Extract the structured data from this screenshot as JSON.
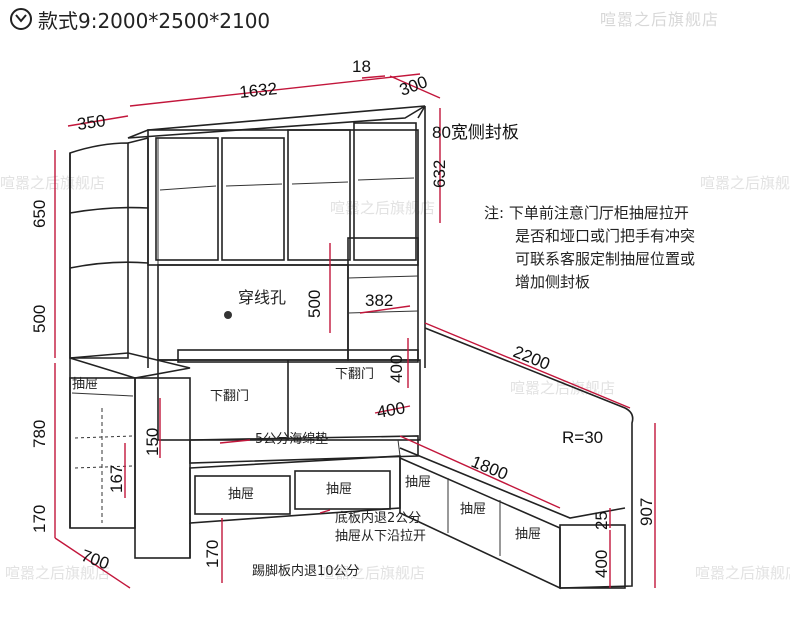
{
  "header": {
    "title": "款式9:2000*2500*2100",
    "watermark": "喧嚣之后旗舰店"
  },
  "watermarks": [
    "喧嚣之后旗舰店",
    "喧嚣之后旗舰店",
    "喧嚣之后旗舰店",
    "喧嚣之后旗舰店",
    "喧嚣之后旗舰店",
    "喧嚣之后旗舰店",
    "喧嚣之后旗舰店"
  ],
  "dimensions": {
    "d350": "350",
    "d1632": "1632",
    "d18": "18",
    "d300": "300",
    "d80": "80宽侧封板",
    "d632": "632",
    "d650": "650",
    "d500l": "500",
    "d780": "780",
    "d170l": "170",
    "d700": "700",
    "d500m": "500",
    "d382": "382",
    "d400a": "400",
    "d400b": "400",
    "d150": "150",
    "d167": "167",
    "d2200": "2200",
    "r30": "R=30",
    "d1800": "1800",
    "d907": "907",
    "d25": "25",
    "d400c": "400",
    "d170b": "170"
  },
  "labels": {
    "wire_hole": "穿线孔",
    "flip1": "下翻门",
    "flip2": "下翻门",
    "drawer_left": "抽屉",
    "sponge": "5公分海绵垫",
    "drawer1": "抽屉",
    "drawer2": "抽屉",
    "drawer3": "抽屉",
    "drawer4": "抽屉",
    "drawer5": "抽屉",
    "base_note1": "底板内退2公分",
    "base_note2": "抽屉从下沿拉开",
    "kick_note": "踢脚板内退10公分"
  },
  "note": {
    "line1": "注: 下单前注意门厅柜抽屉拉开",
    "line2": "是否和垭口或门把手有冲突",
    "line3": "可联系客服定制抽屉位置或",
    "line4": "增加侧封板"
  }
}
